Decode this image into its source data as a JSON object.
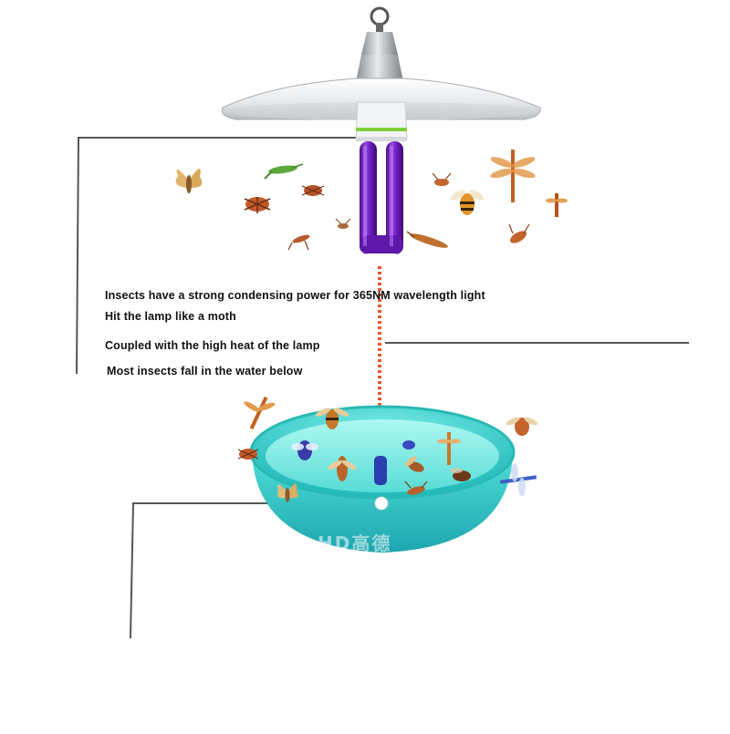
{
  "diagram": {
    "captions": [
      "Insects have a strong condensing power for 365NM wavelength light",
      "Hit the lamp like a moth",
      "Coupled with the high heat of the lamp",
      "Most insects fall in the water below"
    ],
    "watermark": "HD高德"
  },
  "colors": {
    "lamp_shade": "#e9ebed",
    "uv_tube": "#7a22c8",
    "light_beam": "#e4572e",
    "water_basin": "#3fd3cf",
    "leader_line": "#555555"
  },
  "icons": [
    "hook-icon",
    "lamp-socket-icon",
    "lamp-shade-icon",
    "uv-tube-icon",
    "moth-icon",
    "grasshopper-icon",
    "beetle-icon",
    "wasp-icon",
    "dragonfly-icon",
    "fly-icon",
    "water-basin-icon"
  ]
}
